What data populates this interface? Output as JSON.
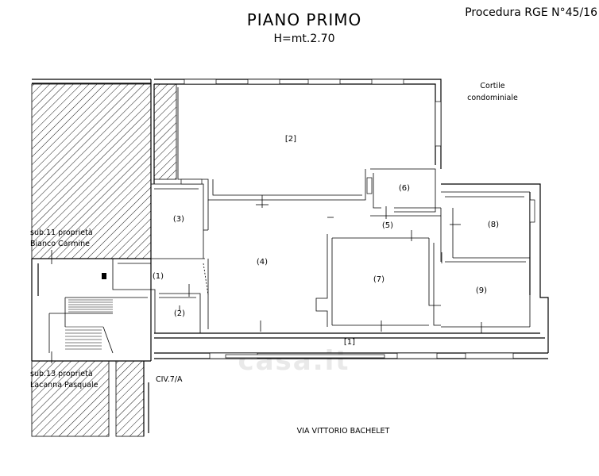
{
  "header": {
    "title": "PIANO  PRIMO",
    "height": "H=mt.2.70",
    "procedure": "Procedura RGE N°45/16"
  },
  "labels": {
    "courtyard_line1": "Cortile",
    "courtyard_line2": "condominiale",
    "neighbor_north_line1": "sub.11  proprietà",
    "neighbor_north_line2": "Bianco  Carmine",
    "neighbor_south_line1": "sub.13  proprietà",
    "neighbor_south_line2": "Lacanna  Pasquale",
    "civic": "CIV.7/A",
    "street": "VIA  VITTORIO  BACHELET",
    "watermark": "casa.it"
  },
  "rooms": {
    "r1": "(1)",
    "r2": "[2]",
    "r3": "(3)",
    "r4": "(4)",
    "r5": "(5)",
    "r6": "(6)",
    "r7": "(7)",
    "r8": "(8)",
    "r9": "(9)",
    "r2b": "(2)",
    "balcony": "[1]"
  }
}
